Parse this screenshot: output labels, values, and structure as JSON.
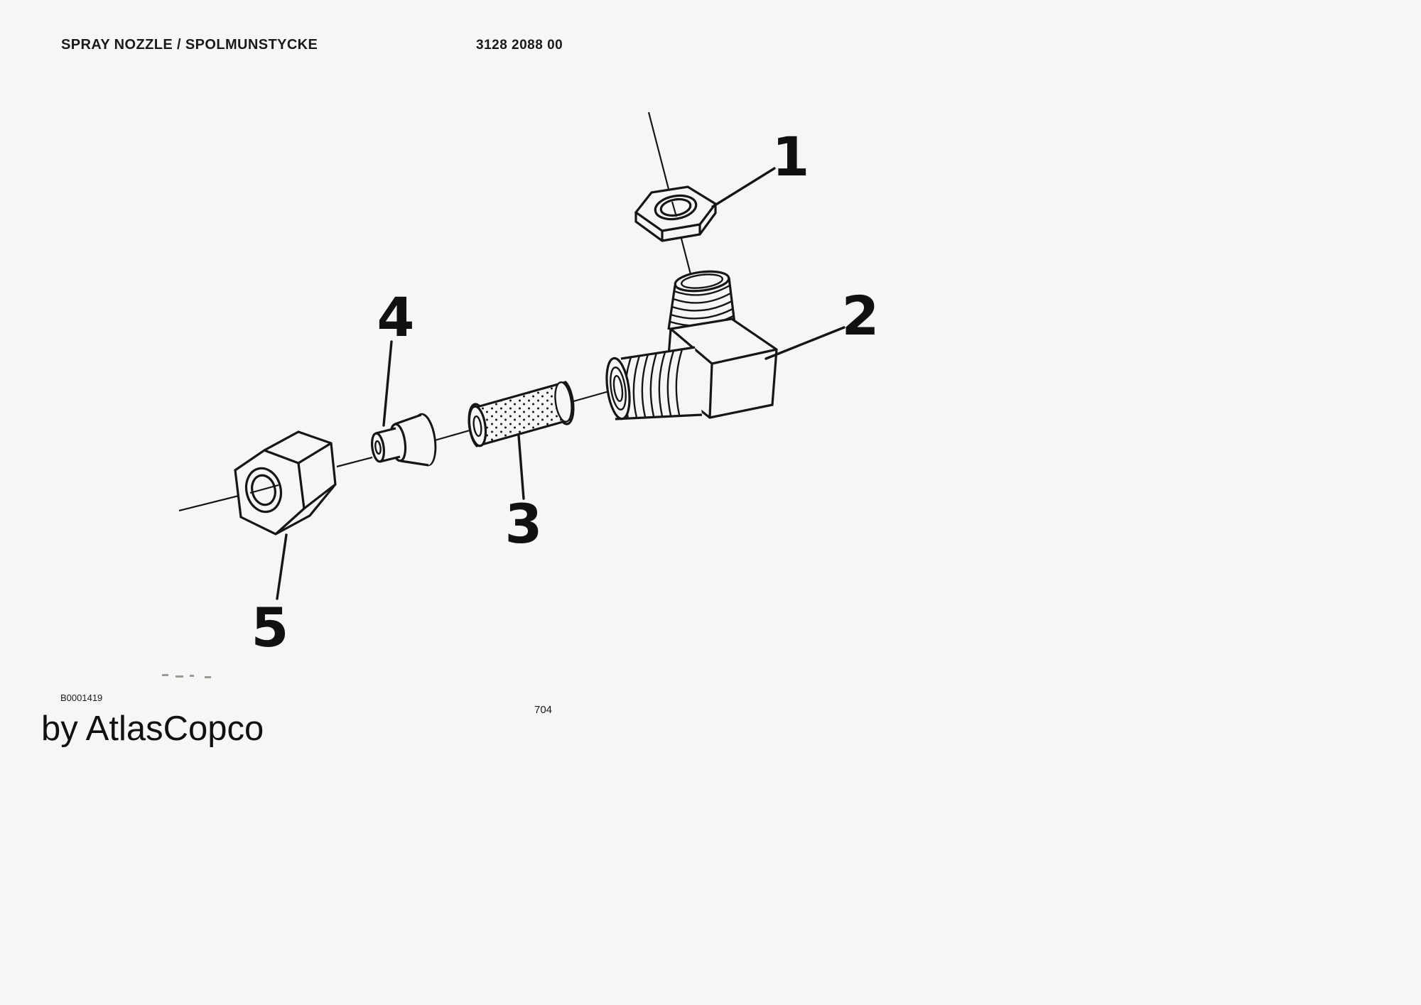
{
  "header": {
    "title": "SPRAY NOZZLE / SPOLMUNSTYCKE",
    "part_number": "3128 2088 00"
  },
  "diagram": {
    "parts": [
      {
        "label": "1"
      },
      {
        "label": "2"
      },
      {
        "label": "3"
      },
      {
        "label": "4"
      },
      {
        "label": "5"
      }
    ]
  },
  "footer": {
    "doc_ref": "B0001419",
    "page_number": "704",
    "watermark": "by AtlasCopco"
  },
  "colors": {
    "ink": "#161616",
    "paper": "#f6f6f4"
  }
}
